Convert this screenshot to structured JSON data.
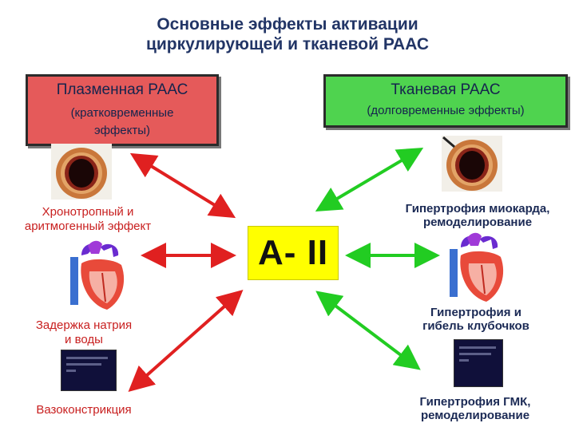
{
  "title": {
    "line1": "Основные эффекты активации",
    "line2": "циркулирующей и тканевой  РААС"
  },
  "plasma_box": {
    "heading": "Плазменная РААС",
    "subtitle_line1": "(кратковременные",
    "subtitle_line2": "эффекты)"
  },
  "tissue_box": {
    "heading": "Тканевая РААС",
    "subtitle": "(долговременные эффекты)"
  },
  "center": {
    "label": "А- II"
  },
  "left_effects": {
    "chronotropic_line1": "Хронотропный и",
    "chronotropic_line2": "аритмогенный эффект",
    "sodium_line1": "Задержка натрия",
    "sodium_line2": "и  воды",
    "vasoconstriction": "Вазоконстрикция"
  },
  "right_effects": {
    "myocardium_line1": "Гипертрофия миокарда,",
    "myocardium_line2": "ремоделирование",
    "glomeruli_line1": "Гипертрофия и",
    "glomeruli_line2": "гибель клубочков",
    "smc_line1": "Гипертрофия ГМК,",
    "smc_line2": "ремоделирование"
  },
  "colors": {
    "plasma_box": "#e55a5a",
    "tissue_box": "#4fd34f",
    "center_box": "#ffff00",
    "red_arrow": "#e02020",
    "green_arrow": "#22cc22",
    "red_text": "#c81f1f",
    "blue_text": "#1b2a55"
  },
  "icons": [
    "artery-cross-section-icon",
    "heart-anatomy-icon",
    "micrograph-image-icon"
  ]
}
